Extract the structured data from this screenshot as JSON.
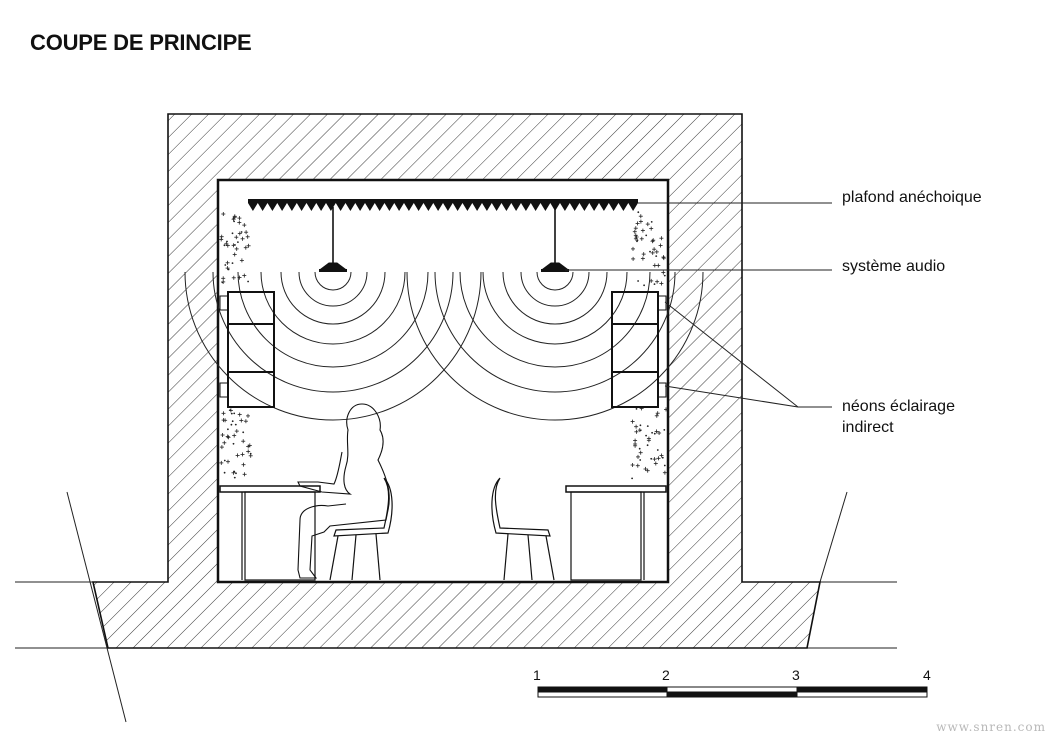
{
  "title": "COUPE DE PRINCIPE",
  "labels": {
    "ceiling": "plafond anéchoique",
    "audio": "système audio",
    "lighting_line1": "néons éclairage",
    "lighting_line2": "indirect"
  },
  "scale_bar": {
    "ticks": [
      "1",
      "2",
      "3",
      "4"
    ]
  },
  "watermark": "www.snren.com"
}
